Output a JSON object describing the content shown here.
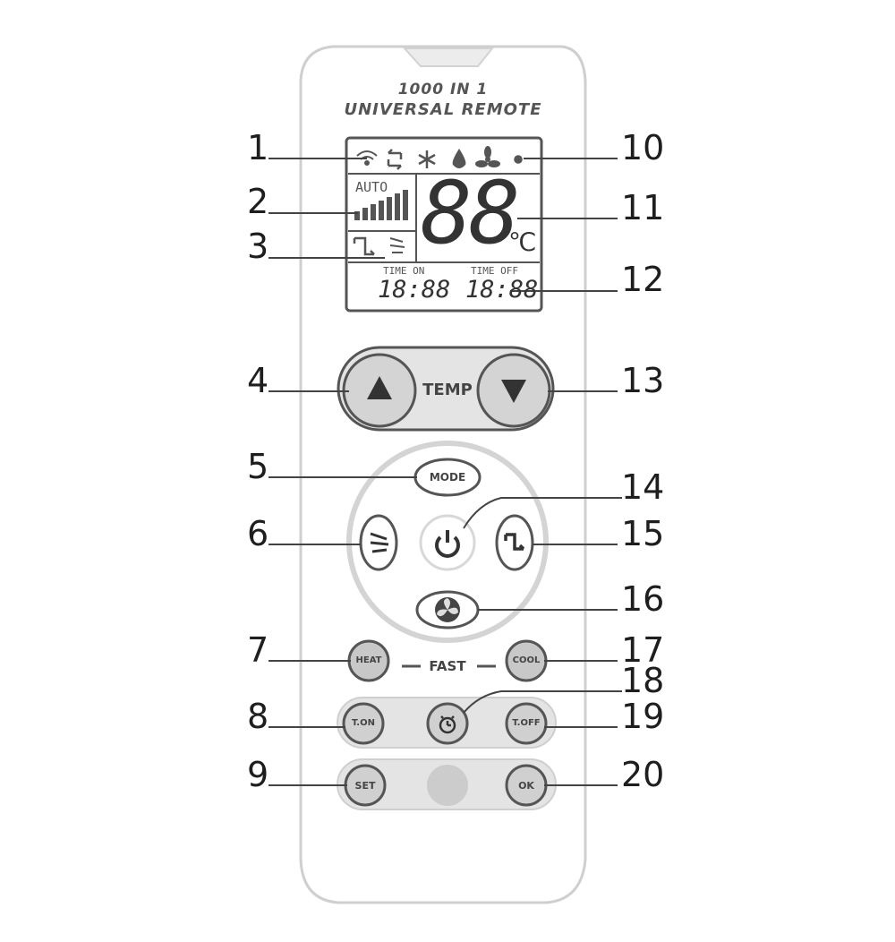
{
  "remote": {
    "title_line1": "1000 IN 1",
    "title_line2": "UNIVERSAL REMOTE"
  },
  "lcd": {
    "auto": "AUTO",
    "temp_digits": "88",
    "temp_unit": "℃",
    "timer_on": "TIME ON",
    "timer_off": "TIME OFF",
    "clock_on": "18:88",
    "clock_off": "18:88"
  },
  "buttons": {
    "temp": "TEMP",
    "mode": "MODE",
    "fast": "FAST",
    "heat": "HEAT",
    "cool": "COOL",
    "t_on": "T.ON",
    "t_off": "T.OFF",
    "set": "SET",
    "ok": "OK"
  },
  "callouts": {
    "left": [
      "1",
      "2",
      "3",
      "4",
      "5",
      "6",
      "7",
      "8",
      "9"
    ],
    "right": [
      "10",
      "11",
      "12",
      "13",
      "14",
      "15",
      "16",
      "17",
      "18",
      "19",
      "20"
    ]
  },
  "colors": {
    "outline": "#555555",
    "ring": "#d4d4d4",
    "button_fill": "#cfcfcf",
    "panel_fill": "#e4e4e4"
  },
  "icons": [
    "signal-icon",
    "swing-icon",
    "snowflake-icon",
    "water-drop-icon",
    "fan-icon",
    "sun-icon",
    "up-arrow-icon",
    "down-arrow-icon",
    "power-icon",
    "swing-icon",
    "sleep-icon",
    "fan-icon",
    "clock-icon"
  ]
}
